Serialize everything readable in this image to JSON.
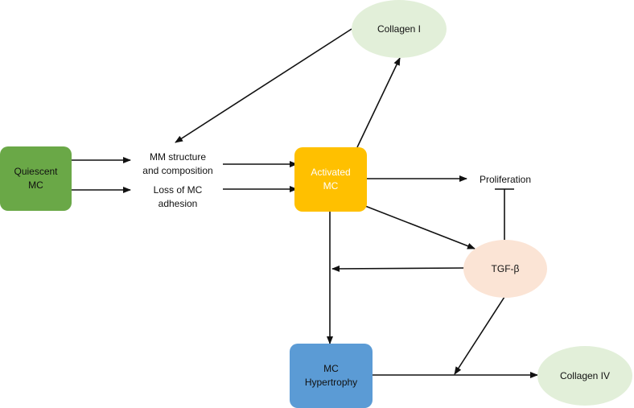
{
  "diagram": {
    "nodes": {
      "quiescent": {
        "label": "Quiescent\nMC",
        "color": "#6aa847",
        "text_color": "#111111"
      },
      "mm_structure": {
        "label": "MM structure\nand composition"
      },
      "loss_adhesion": {
        "label": "Loss of MC\nadhesion"
      },
      "activated": {
        "label": "Activated\nMC",
        "color": "#ffc000",
        "text_color": "#ffffff"
      },
      "collagen_i": {
        "label": "Collagen I",
        "color": "#e2efd9"
      },
      "proliferation": {
        "label": "Proliferation"
      },
      "tgf_beta": {
        "label": "TGF-β",
        "color": "#fbe4d5"
      },
      "mc_hypertrophy": {
        "label": "MC\nHypertrophy",
        "color": "#5b9bd5",
        "text_color": "#111111"
      },
      "collagen_iv": {
        "label": "Collagen IV",
        "color": "#e2efd9"
      }
    },
    "edges": [
      {
        "from": "quiescent",
        "to": "mm_structure",
        "type": "activate"
      },
      {
        "from": "quiescent",
        "to": "loss_adhesion",
        "type": "activate"
      },
      {
        "from": "mm_structure",
        "to": "activated",
        "type": "activate"
      },
      {
        "from": "loss_adhesion",
        "to": "activated",
        "type": "activate"
      },
      {
        "from": "activated",
        "to": "collagen_i",
        "type": "activate"
      },
      {
        "from": "collagen_i",
        "to": "mm_structure",
        "type": "activate"
      },
      {
        "from": "activated",
        "to": "proliferation",
        "type": "activate"
      },
      {
        "from": "activated",
        "to": "tgf_beta",
        "type": "activate"
      },
      {
        "from": "tgf_beta",
        "to": "proliferation",
        "type": "inhibit"
      },
      {
        "from": "tgf_beta",
        "to": "activated_hypertrophy_link",
        "type": "activate"
      },
      {
        "from": "activated",
        "to": "mc_hypertrophy",
        "type": "activate"
      },
      {
        "from": "tgf_beta",
        "to": "hypertrophy_collagen_link",
        "type": "activate"
      },
      {
        "from": "mc_hypertrophy",
        "to": "collagen_iv",
        "type": "activate"
      }
    ]
  }
}
